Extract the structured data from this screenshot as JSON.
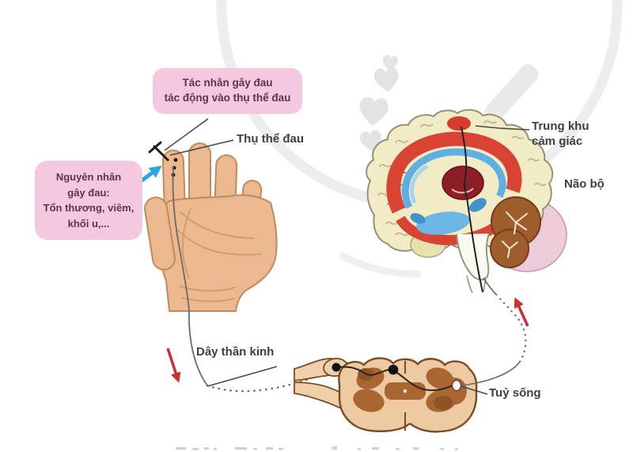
{
  "figure": {
    "title_semantic": "Pain pathway diagram (Vietnamese biology textbook illustration)",
    "callouts": {
      "pain_agent": "Tác nhân gây đau\ntác động vào thụ thể đau",
      "pain_cause": "Nguyên nhân\ngây đau:\nTổn thương, viêm,\nkhối u,..."
    },
    "labels": {
      "receptor": "Thụ thể đau",
      "nerve": "Dây thần kinh",
      "spinal_cord": "Tuỷ sống",
      "brain": "Não bộ",
      "sensory_center": "Trung khu\ncảm giác"
    },
    "colors": {
      "callout_fill": "#f4c9df",
      "callout_text": "#63304e",
      "label_text": "#3f3f3f",
      "arrow_blue": "#2aa7e0",
      "arrow_red": "#cc2f36",
      "skin": "#ecb88f",
      "skin_outline": "#bf8a5c",
      "cortex": "#f1ecc6",
      "red_band": "#d84334",
      "ventricle_blue": "#5fb0e2",
      "thalamus": "#8c1e27",
      "cerebellum": "#9e5e2b",
      "cerebellum_backing_pink": "#edcbd9",
      "spinal_cord_fill": "#eecaa2",
      "gray_matter": "#a96630",
      "nerve_line": "#6b6b6b",
      "watermark_gray": "#ececec"
    }
  }
}
